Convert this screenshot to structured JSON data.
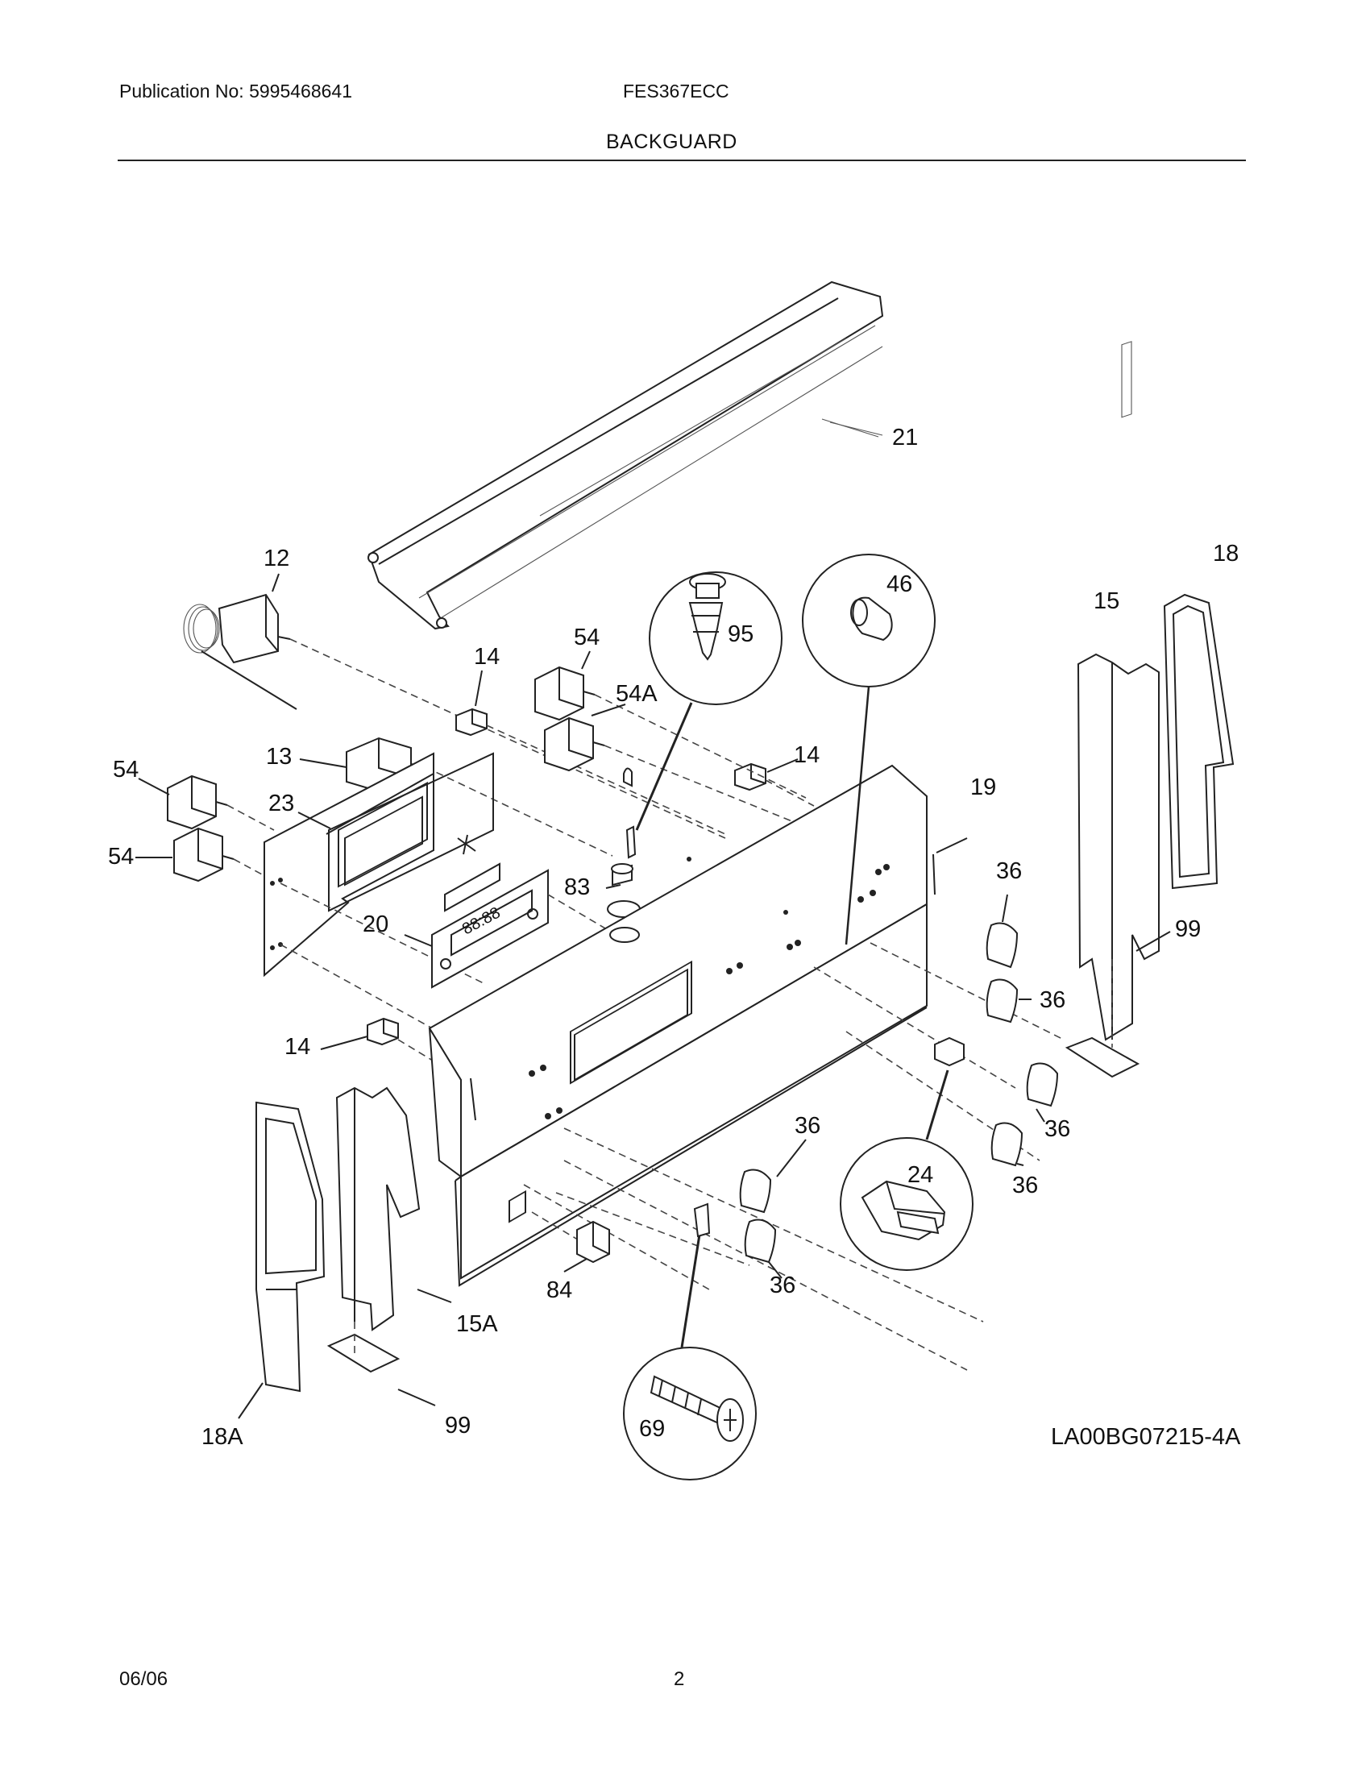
{
  "header": {
    "publication": "Publication No: 5995468641",
    "model": "FES367ECC",
    "section": "BACKGUARD"
  },
  "diagram": {
    "callouts": {
      "c21": "21",
      "c12": "12",
      "c95": "95",
      "c46": "46",
      "c18": "18",
      "c15": "15",
      "c14a": "14",
      "c54a": "54",
      "c54A": "54A",
      "c14b": "14",
      "c13": "13",
      "c19": "19",
      "c54b": "54",
      "c23": "23",
      "c54c": "54",
      "c36a": "36",
      "c83": "83",
      "c99a": "99",
      "c20": "20",
      "c36b": "36",
      "c14c": "14",
      "c36c": "36",
      "c36d": "36",
      "c36e": "36",
      "c24": "24",
      "c36f": "36",
      "c15A": "15A",
      "c84": "84",
      "c99b": "99",
      "c18A": "18A",
      "c69": "69"
    },
    "drawing_id": "LA00BG07215-4A"
  },
  "footer": {
    "date": "06/06",
    "page": "2"
  }
}
